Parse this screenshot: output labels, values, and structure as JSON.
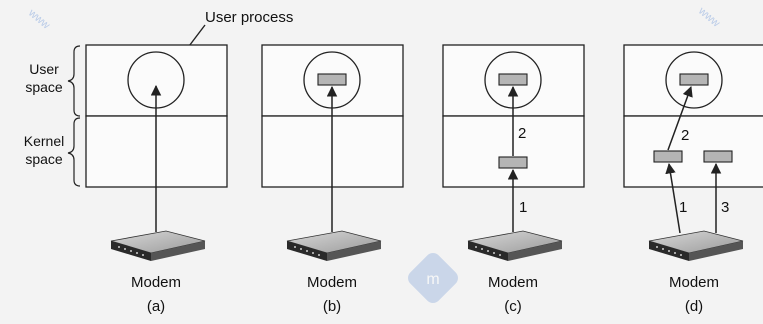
{
  "labels": {
    "user_process": "User process",
    "user_space": [
      "User",
      "space"
    ],
    "kernel_space": [
      "Kernel",
      "space"
    ],
    "modem": "Modem"
  },
  "panels": [
    {
      "caption": "(a)",
      "arrow_numbers": []
    },
    {
      "caption": "(b)",
      "arrow_numbers": []
    },
    {
      "caption": "(c)",
      "arrow_numbers": [
        "2",
        "1"
      ]
    },
    {
      "caption": "(d)",
      "arrow_numbers": [
        "2",
        "1",
        "3"
      ]
    }
  ],
  "watermark": "www"
}
